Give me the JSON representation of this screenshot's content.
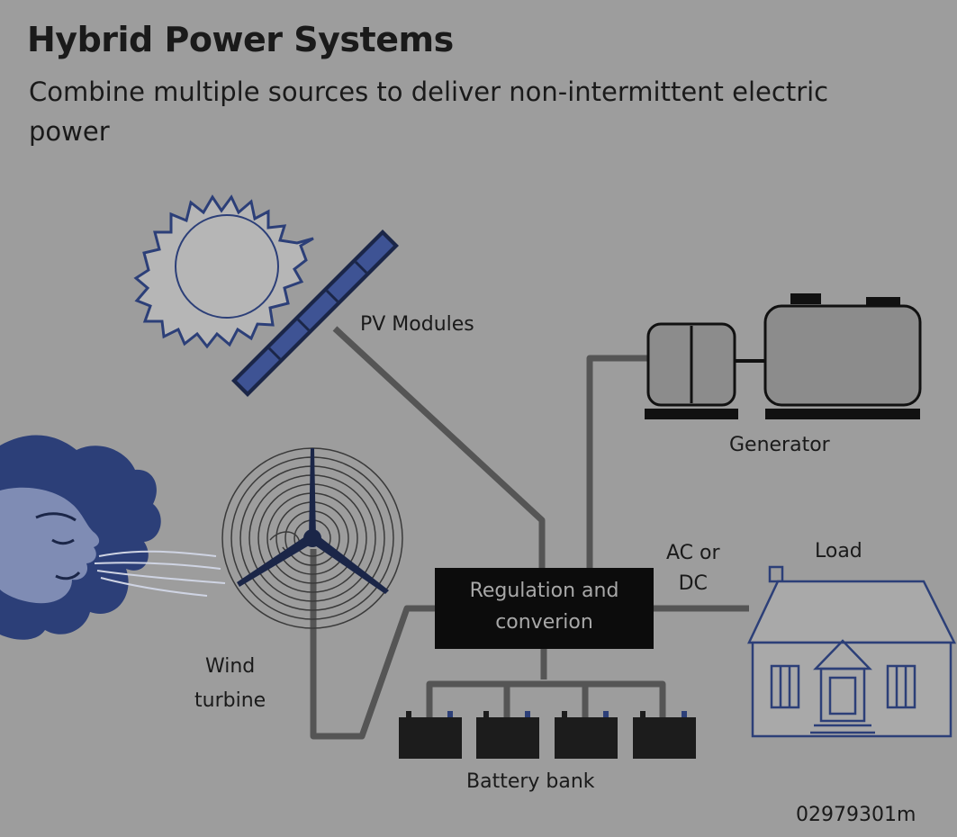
{
  "title": "Hybrid Power Systems",
  "subtitle": "Combine multiple sources to deliver non-intermittent electric power",
  "labels": {
    "pv_modules": "PV Modules",
    "generator": "Generator",
    "ac_or_dc": [
      "AC or",
      "DC"
    ],
    "load": "Load",
    "wind_turbine": [
      "Wind",
      "turbine"
    ],
    "battery_bank": "Battery bank",
    "regulation": [
      "Regulation and",
      "converion"
    ]
  },
  "image_code": "02979301m",
  "colors": {
    "background": "#9d9d9d",
    "line": "#555555",
    "dark": "#111111",
    "blue": "#2c3f78",
    "solar_panel": "#3e5394"
  },
  "icons": [
    "sun-icon",
    "solar-panel-icon",
    "wind-face-icon",
    "wind-turbine-icon",
    "generator-icon",
    "battery-icon",
    "house-icon"
  ]
}
